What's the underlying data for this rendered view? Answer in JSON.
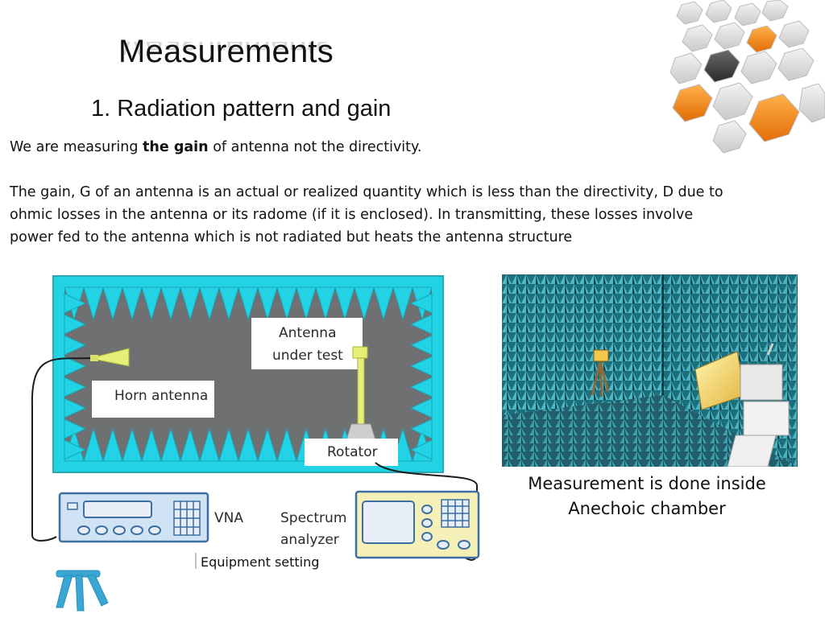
{
  "slide": {
    "title": "Measurements",
    "subtitle": "1. Radiation pattern and gain",
    "para1_before": "We are measuring ",
    "para1_bold": "the gain",
    "para1_after": " of antenna not the directivity.",
    "para2_line1": "The gain, G of an antenna is an actual or realized quantity which is less than the directivity, D due to",
    "para2_line2": "ohmic losses in the antenna or its radome (if it is enclosed). In transmitting, these losses involve",
    "para2_line3": "power fed to the antenna which is not radiated but heats the antenna structure"
  },
  "diagram": {
    "antenna_under_test_line1": "Antenna",
    "antenna_under_test_line2": "under test",
    "horn_antenna": "Horn antenna",
    "rotator": "Rotator",
    "vna": "VNA",
    "spectrum_line1": "Spectrum",
    "spectrum_line2": "analyzer",
    "caption": "Equipment setting"
  },
  "photo": {
    "caption_line1": "Measurement is done inside",
    "caption_line2": "Anechoic chamber"
  },
  "colors": {
    "absorber_cyan": "#22d3e6",
    "chamber_gray": "#6f7072",
    "instrument_blue": "#cfe3f5",
    "instrument_yellow": "#f4f0b8",
    "logo_orange": "#f08a1c"
  }
}
